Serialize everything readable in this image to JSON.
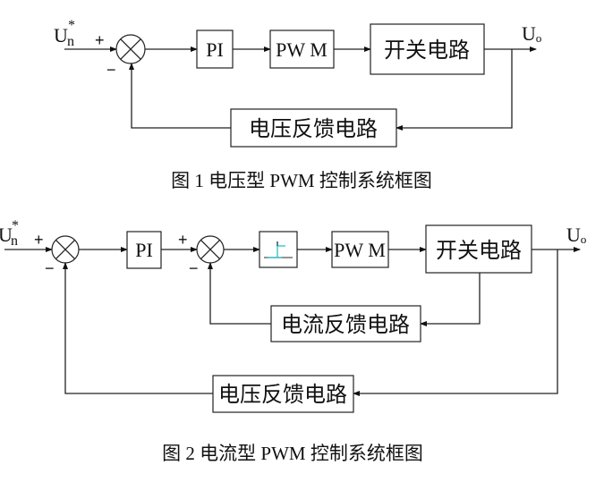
{
  "figure1": {
    "caption": "图 1  电压型 PWM 控制系统框图",
    "input_signal": "U",
    "input_subscript": "n",
    "input_superscript": "*",
    "output_signal": "Uₒ",
    "plus_sign": "+",
    "minus_sign": "−",
    "blocks": {
      "pi": "PI",
      "pwm": "PW M",
      "switch": "开关电路",
      "voltage_feedback": "电压反馈电路"
    }
  },
  "figure2": {
    "caption": "图 2  电流型 PWM 控制系统框图",
    "input_signal": "U",
    "input_subscript": "n",
    "input_superscript": "*",
    "output_signal": "Uₒ",
    "plus_sign": "+",
    "minus_sign": "−",
    "blocks": {
      "pi": "PI",
      "step": "step-icon",
      "pwm": "PW M",
      "switch": "开关电路",
      "current_feedback": "电流反馈电路",
      "voltage_feedback": "电压反馈电路"
    },
    "step_icon_color": "#39c4c9"
  }
}
